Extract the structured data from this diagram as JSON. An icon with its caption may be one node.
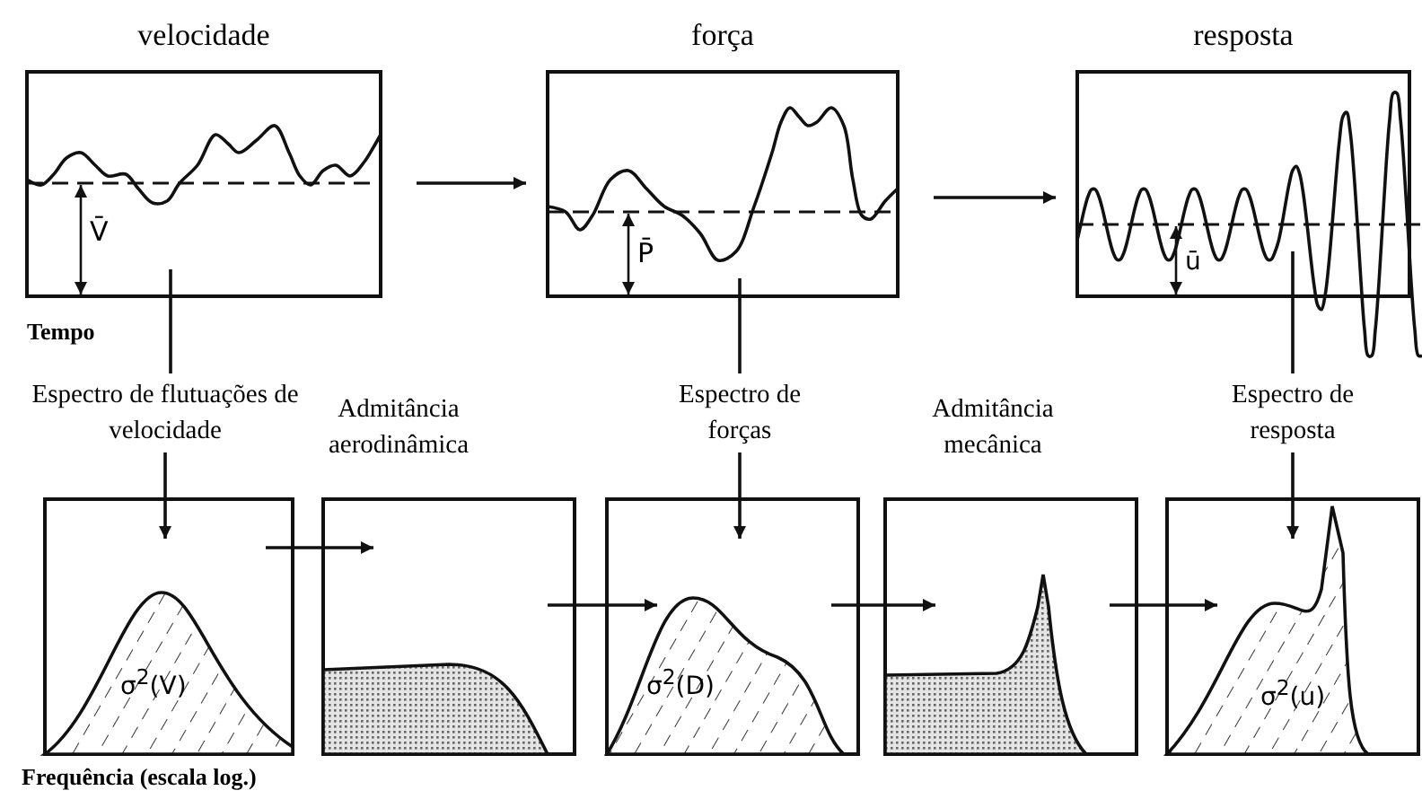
{
  "diagram": {
    "nodes": [
      {
        "text": [
          "velocidade"
        ]
      },
      {
        "text": [
          "força"
        ]
      },
      {
        "text": [
          "resposta"
        ]
      },
      {
        "text": [
          "Espectro de flutuações de velocidade"
        ]
      },
      {
        "text": [
          "Espectro de forças"
        ]
      },
      {
        "text": [
          "Espectro de resposta"
        ]
      },
      {
        "text": [
          "σ$^{2}$(V)"
        ]
      },
      {
        "text": [
          "Admitância aerodinâmica"
        ]
      },
      {
        "text": [
          "σ$^{2}$(D)"
        ]
      },
      {
        "text": [
          "Admitância mecânica"
        ]
      },
      {
        "text": [
          "σ$^{2}$(u)"
        ]
      }
    ],
    "edges": [
      {
        "from": 0,
        "to": 1,
        "arrow": "to"
      },
      {
        "from": 1,
        "to": 2,
        "arrow": "to"
      },
      {
        "from": 0,
        "to": 3,
        "arrow": "none"
      },
      {
        "from": 3,
        "to": 6,
        "arrow": "to"
      },
      {
        "from": 1,
        "to": 4,
        "arrow": "none"
      },
      {
        "from": 4,
        "to": 8,
        "arrow": "to"
      },
      {
        "from": 2,
        "to": 5,
        "arrow": "none"
      },
      {
        "from": 5,
        "to": 10,
        "arrow": "to"
      },
      {
        "from": 6,
        "to": 7,
        "arrow": "to"
      },
      {
        "from": 7,
        "to": 8,
        "arrow": "to"
      },
      {
        "from": 8,
        "to": 9,
        "arrow": "to"
      },
      {
        "from": 9,
        "to": 10,
        "arrow": "to"
      }
    ],
    "labels": [
      "V̄",
      "P̄",
      "ū",
      "Tempo",
      "Frequência (escala log.)"
    ]
  }
}
